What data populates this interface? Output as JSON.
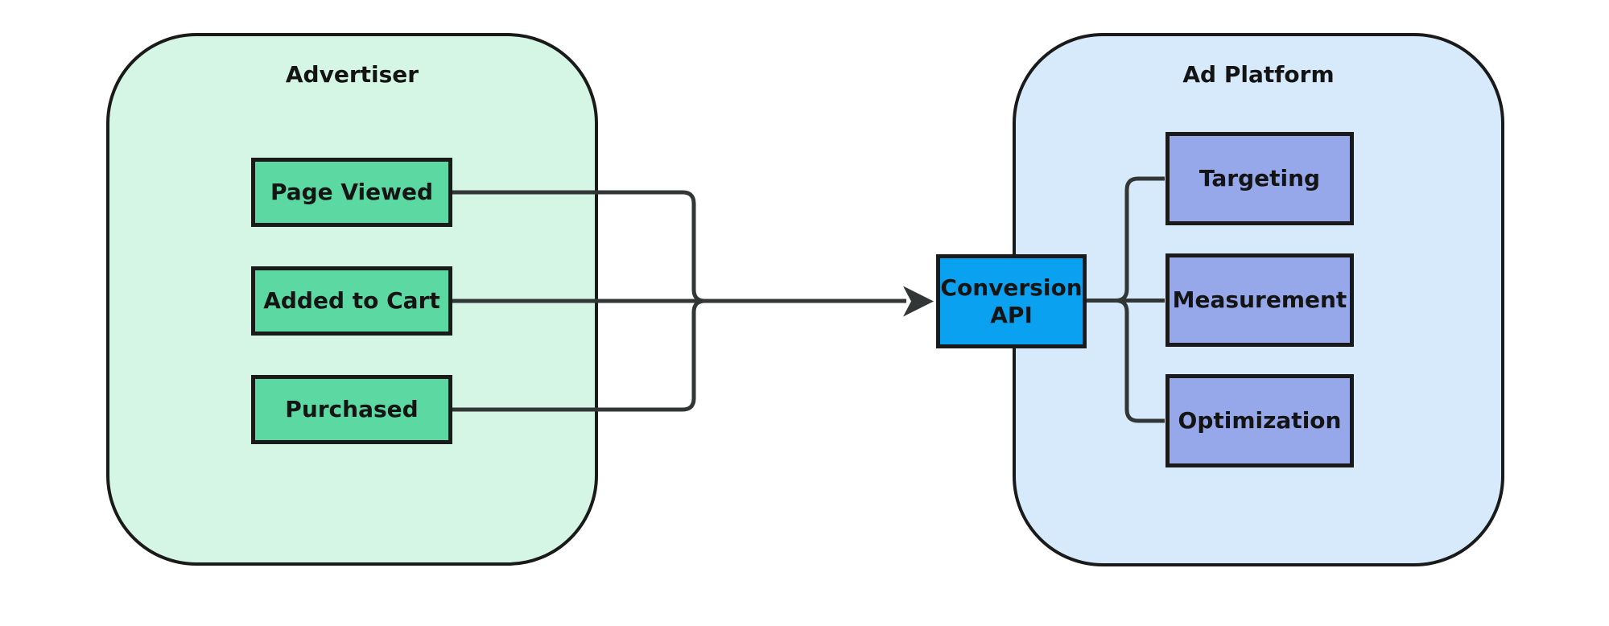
{
  "advertiser": {
    "title": "Advertiser",
    "events": [
      "Page Viewed",
      "Added to Cart",
      "Purchased"
    ]
  },
  "hub": {
    "label": "Conversion API"
  },
  "ad_platform": {
    "title": "Ad Platform",
    "capabilities": [
      "Targeting",
      "Measurement",
      "Optimization"
    ]
  },
  "colors": {
    "canvas_bg": "#ffffff",
    "advertiser_fill": "#d5f6e4",
    "event_fill": "#5cd8a2",
    "platform_fill": "#d6eafb",
    "capability_fill": "#96a8ea",
    "hub_fill": "#0aa1f0",
    "node_border": "#1a1a1a",
    "edge": "#333636",
    "text": "#141414"
  }
}
